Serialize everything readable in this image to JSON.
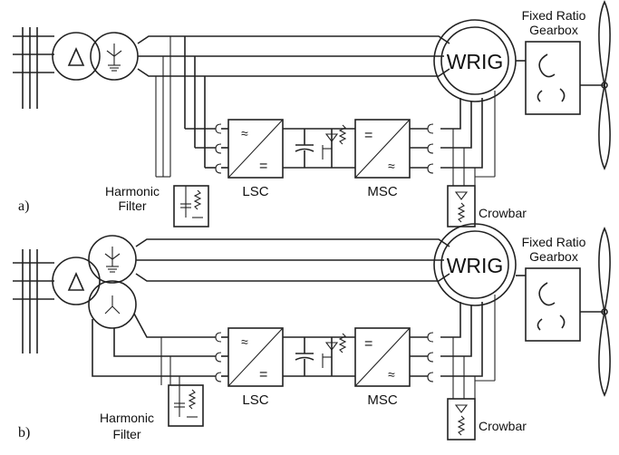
{
  "panels": [
    {
      "tag": "a)",
      "generator": "WRIG",
      "gearbox": {
        "line1": "Fixed Ratio",
        "line2": "Gearbox"
      },
      "converters": {
        "left": "LSC",
        "right": "MSC"
      },
      "filter": {
        "line1": "Harmonic",
        "line2": "Filter"
      },
      "crowbar": "Crowbar"
    },
    {
      "tag": "b)",
      "generator": "WRIG",
      "gearbox": {
        "line1": "Fixed Ratio",
        "line2": "Gearbox"
      },
      "converters": {
        "left": "LSC",
        "right": "MSC"
      },
      "filter": {
        "line1": "Harmonic",
        "line2": "Filter"
      },
      "crowbar": "Crowbar"
    }
  ]
}
